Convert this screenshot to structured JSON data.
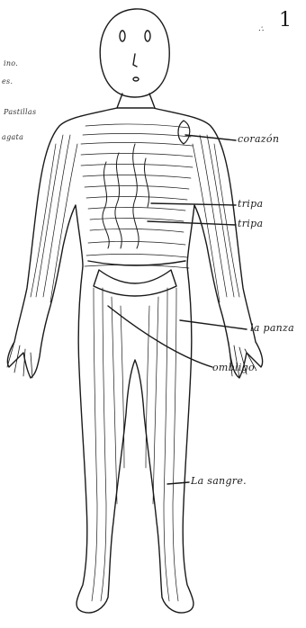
{
  "page_number": "1",
  "page_mark": "∴",
  "margin_notes": [
    "ino.",
    "es.",
    "Pastillas",
    "agata"
  ],
  "labels": {
    "heart": "corazón",
    "intestine_upper": "tripa",
    "intestine_lower": "tripa",
    "belly": "la panza",
    "navel": "ombligo.",
    "blood": "La sangre."
  },
  "colors": {
    "ink": "#1a1a1a",
    "paper": "#ffffff"
  }
}
